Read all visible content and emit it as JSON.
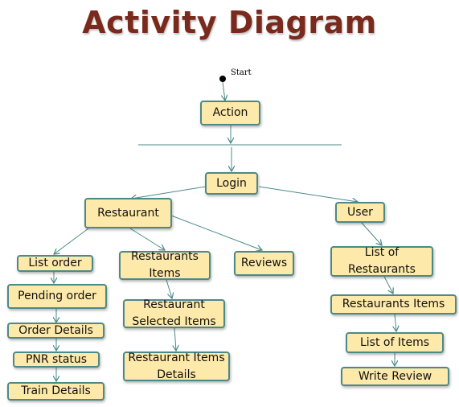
{
  "title": "Activity Diagram",
  "start_label": "Start",
  "nodes": {
    "action": "Action",
    "login": "Login",
    "restaurant": "Restaurant",
    "user": "User",
    "list_order": "List order",
    "pending_order": "Pending order",
    "order_details": "Order Details",
    "pnr_status": "PNR status",
    "train_details": "Train Details",
    "restaurants_items": "Restaurants Items",
    "restaurant_selected_items": "Restaurant Selected Items",
    "restaurant_items_details": "Restaurant Items Details",
    "reviews": "Reviews",
    "list_of_restaurants": "List of Restaurants",
    "user_restaurants_items": "Restaurants Items",
    "list_of_items": "List of Items",
    "write_review": "Write Review"
  },
  "colors": {
    "node_fill": "#fde9a9",
    "node_border": "#4b8a88",
    "edge": "#4b8a88",
    "title": "#7a2a1c"
  }
}
